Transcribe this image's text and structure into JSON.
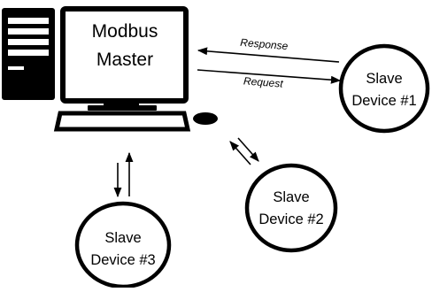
{
  "master": {
    "title_line1": "Modbus",
    "title_line2": "Master"
  },
  "links": {
    "response": "Response",
    "request": "Request"
  },
  "slaves": [
    {
      "line1": "Slave",
      "line2": "Device #1"
    },
    {
      "line1": "Slave",
      "line2": "Device #2"
    },
    {
      "line1": "Slave",
      "line2": "Device #3"
    }
  ],
  "colors": {
    "ink": "#000000",
    "background": "#ffffff"
  }
}
